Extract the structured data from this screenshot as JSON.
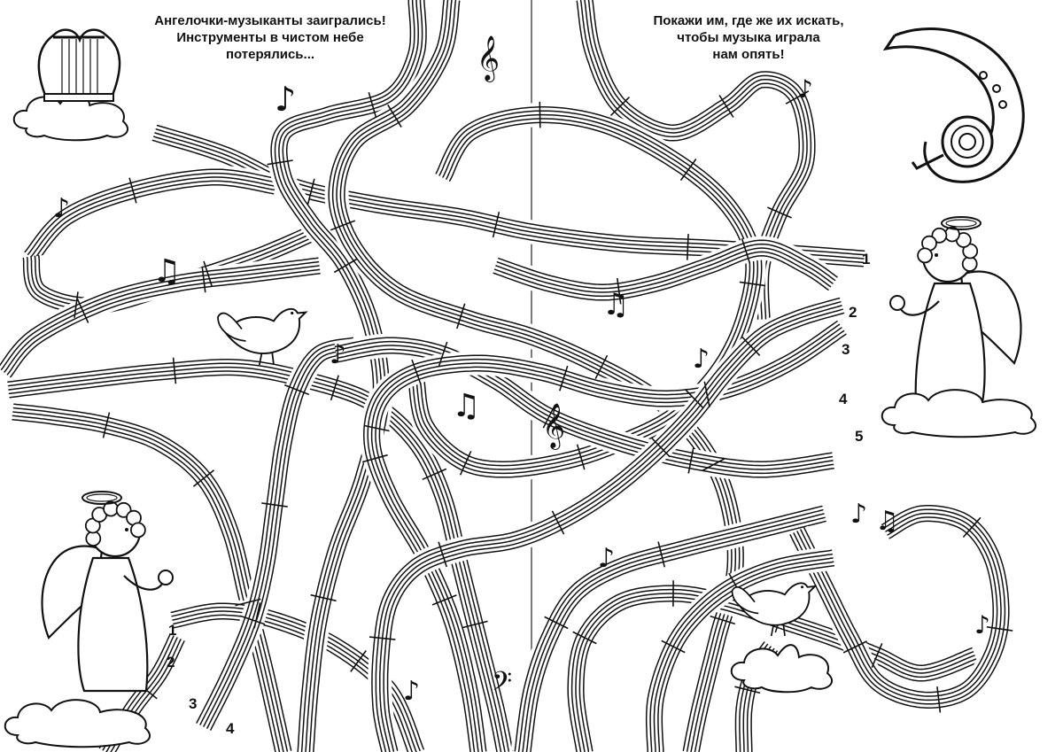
{
  "caption_left": [
    "Ангелочки-музыканты заигрались!",
    "Инструменты в чистом небе",
    "потерялись..."
  ],
  "caption_right": [
    "Покажи им, где же их искать,",
    "чтобы музыка играла",
    "нам опять!"
  ],
  "angel_left_numbers": [
    "1",
    "2",
    "3",
    "4"
  ],
  "angel_right_numbers": [
    "1",
    "2",
    "3",
    "4",
    "5"
  ],
  "symbols": {
    "treble_clef": "𝄞",
    "bass_clef": "𝄢",
    "eighth_note": "♪",
    "beamed_notes": "♫"
  }
}
